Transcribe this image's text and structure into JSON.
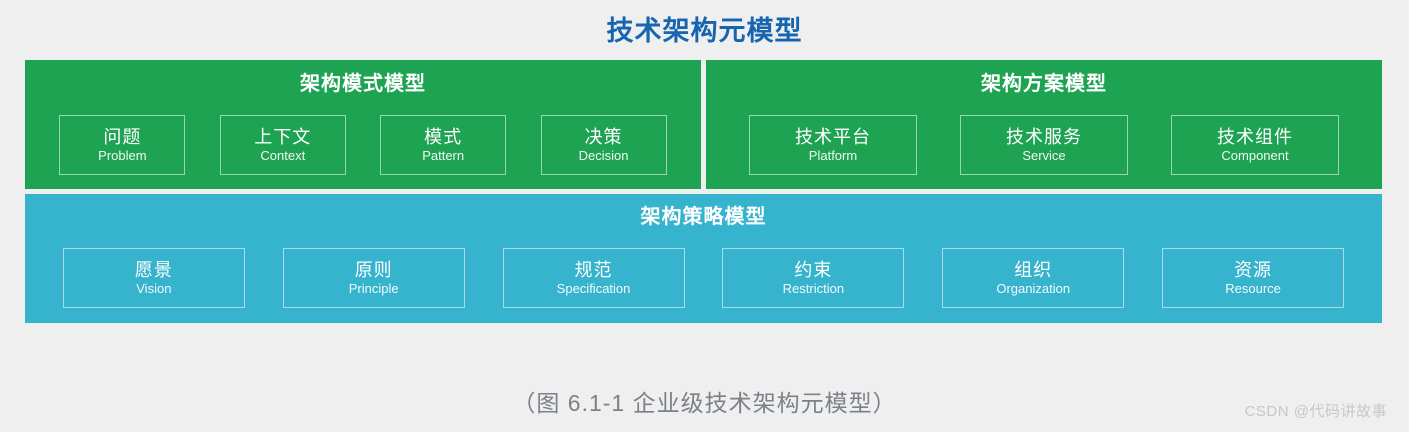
{
  "title": "技术架构元模型",
  "caption": "（图 6.1-1 企业级技术架构元模型）",
  "watermark": "CSDN @代码讲故事",
  "colors": {
    "background": "#efefef",
    "title_blue": "#1565b0",
    "panel_green": "#1ea352",
    "panel_blue": "#36b4ce",
    "node_text": "#ffffff",
    "caption_gray": "#7b8189",
    "watermark_gray": "#c6c8ca"
  },
  "panels": [
    {
      "id": "architecture-pattern-model",
      "title": "架构模式模型",
      "color": "#1ea352",
      "nodes": [
        {
          "cn": "问题",
          "en": "Problem"
        },
        {
          "cn": "上下文",
          "en": "Context"
        },
        {
          "cn": "模式",
          "en": "Pattern"
        },
        {
          "cn": "决策",
          "en": "Decision"
        }
      ]
    },
    {
      "id": "architecture-solution-model",
      "title": "架构方案模型",
      "color": "#1ea352",
      "nodes": [
        {
          "cn": "技术平台",
          "en": "Platform"
        },
        {
          "cn": "技术服务",
          "en": "Service"
        },
        {
          "cn": "技术组件",
          "en": "Component"
        }
      ]
    },
    {
      "id": "architecture-strategy-model",
      "title": "架构策略模型",
      "color": "#36b4ce",
      "nodes": [
        {
          "cn": "愿景",
          "en": "Vision"
        },
        {
          "cn": "原则",
          "en": "Principle"
        },
        {
          "cn": "规范",
          "en": "Specification"
        },
        {
          "cn": "约束",
          "en": "Restriction"
        },
        {
          "cn": "组织",
          "en": "Organization"
        },
        {
          "cn": "资源",
          "en": "Resource"
        }
      ]
    }
  ]
}
